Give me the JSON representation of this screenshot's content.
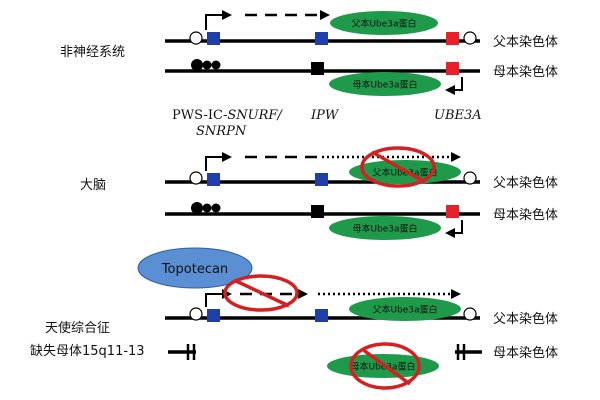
{
  "labels": {
    "paternal": "父本染色体",
    "maternal": "母本染色体",
    "non_neuronal": "非神经系统",
    "brain": "大脑",
    "as_line1": "天使综合征",
    "as_line2": "缺失母体15q11-13",
    "gene_snurf_1": "PWS-IC-",
    "gene_snurf_2": "SNURF/",
    "gene_snurf_3": "SNRPN",
    "gene_ipw": "IPW",
    "gene_ube3a": "UBE3A",
    "ube3a_protein_paternal": "父本Ube3a蛋白",
    "ube3a_protein_maternal": "母本Ube3a蛋白",
    "drug": "Topotecan"
  },
  "colors": {
    "blue_box": "#1f3ea8",
    "red_box": "#e8202a",
    "green_ellipse": "#1f9a4a",
    "topotecan_ellipse": "#5b8fd4",
    "forbid_red": "#d42020",
    "line": "#000000"
  }
}
